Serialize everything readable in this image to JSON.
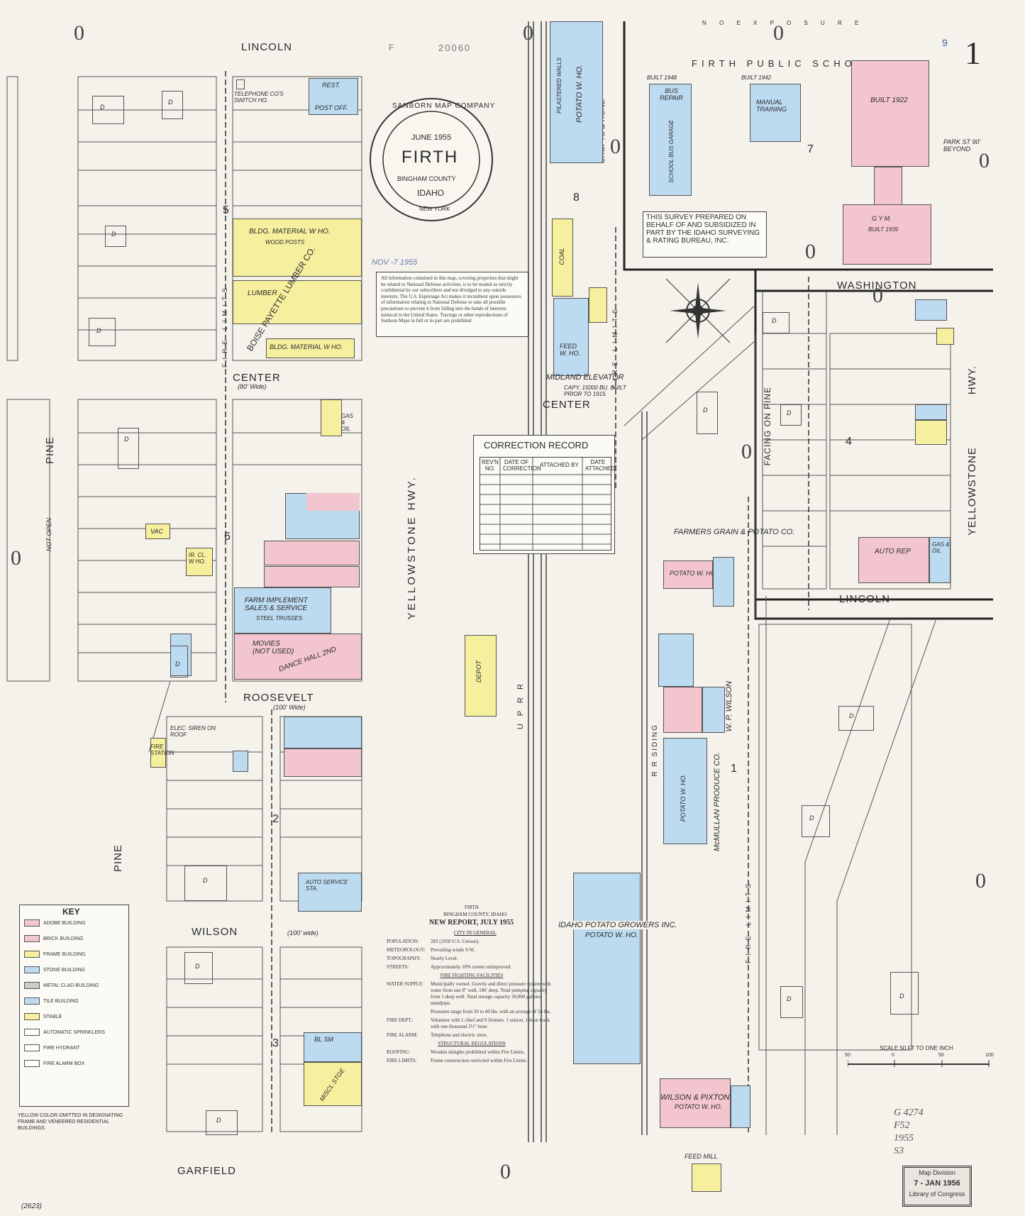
{
  "sheet": {
    "number": "1",
    "file_no": "F",
    "file_code": "20060",
    "corner_number": "9",
    "bottom_left_code": "(2623)",
    "handwritten_note": [
      "G 4274",
      "F52",
      "1955",
      "S3"
    ],
    "no_exposure": "N O   E X P O S U R E",
    "stamp": {
      "lines": [
        "Map Division",
        "7 - JAN 1956",
        "Library of Congress"
      ]
    },
    "received_stamp": "NOV -7 1955",
    "survey_note": "THIS SURVEY PREPARED ON BEHALF OF AND SUBSIDIZED IN PART BY THE IDAHO SURVEYING & RATING BUREAU, INC.",
    "disclaimer": "All information contained in this map, covering properties that might be related to National Defense activities, is to be treated as strictly confidential by our subscribers and not divulged to any outside interests. The U.S. Espionage Act makes it incumbent upon possessors of information relating to National Defense to take all possible precautions to prevent it from falling into the hands of interests inimical to the United States. Tracings or other reproductions of Sanborn Maps in full or in part are prohibited."
  },
  "seal": {
    "company": "SANBORN MAP COMPANY",
    "date": "JUNE 1955",
    "town": "FIRTH",
    "county": "BINGHAM COUNTY",
    "state": "IDAHO",
    "city": "NEW YORK"
  },
  "streets": {
    "lincoln_top": "LINCOLN",
    "center_left": "CENTER",
    "center_width": "(80' Wide)",
    "center_right": "CENTER",
    "roosevelt": "ROOSEVELT",
    "roosevelt_width": "(100' Wide)",
    "wilson": "WILSON",
    "wilson_width": "(100' wide)",
    "garfield": "GARFIELD",
    "pine_upper": "PINE",
    "pine_lower": "PINE",
    "yellowstone_center": "YELLOWSTONE   HWY.",
    "yellowstone_right": "YELLOWSTONE",
    "hwy_right": "HWY.",
    "washington": "WASHINGTON",
    "lincoln_right": "LINCOLN",
    "pine_facing_on": "FACING ON PINE",
    "park_st": "PARK ST 90' BEYOND",
    "crofts_hone": "CROFTS & HONE",
    "fire_limits": "FIRE LIMITS",
    "uprr": "U P R R",
    "rr_siding": "R R SIDING",
    "not_open": "NOT OPEN"
  },
  "blocks": [
    "5",
    "6",
    "2",
    "3",
    "8",
    "7",
    "4",
    "1"
  ],
  "buildings": {
    "rest": "REST.",
    "post_off": "POST OFF.",
    "telephone": "TELEPHONE CO'S SWITCH HO.",
    "bldg_material": "BLDG. MATERIAL W HO.",
    "wood_posts": "WOOD POSTS",
    "lumber": "LUMBER",
    "boise_payette": "BOISE PAYETTE LUMBER CO.",
    "bldg_material_2": "BLDG. MATERIAL W HO.",
    "gas_oil": "GAS & OIL",
    "farm_implement": "FARM IMPLEMENT SALES & SERVICE",
    "steel_trusses": "STEEL TRUSSES",
    "movies": "MOVIES (NOT USED)",
    "dance_hall": "DANCE HALL 2ND",
    "vac": "VAC",
    "ir_cl_who": "IR. CL. W HO.",
    "fire_station": "FIRE STATION",
    "elec_siren": "ELEC. SIREN ON ROOF",
    "auto_service": "AUTO SERVICE STA.",
    "bl_sm": "BL SM",
    "miscl_stge": "MISCL STGE",
    "potato_who_top": "POTATO W. HO.",
    "pilastered_walls": "PILASTERED WALLS",
    "coal": "COAL",
    "feed_who": "FEED W. HO.",
    "midland_elevator": "MIDLAND ELEVATOR",
    "elevator_cap": "CAPY. 15000 BU. BUILT PRIOR TO 1915",
    "depot": "DEPOT",
    "farmers_grain": "FARMERS GRAIN & POTATO CO.",
    "potato_who_farmers": "POTATO W. HO.",
    "wp_wilson": "W. P. WILSON",
    "mcmullan": "McMULLAN PRODUCE CO.",
    "potato_who_mcm": "POTATO W. HO.",
    "idaho_potato": "IDAHO POTATO GROWERS INC.",
    "potato_who_ipg": "POTATO W. HO.",
    "wilson_pixton": "WILSON & PIXTON",
    "potato_who_wp": "POTATO W. HO.",
    "feed_mill": "FEED MILL",
    "firth_public_school": "FIRTH PUBLIC SCHOOL",
    "bus_repair": "BUS REPAIR",
    "school_bus_garage": "SCHOOL BUS GARAGE",
    "built_1948": "BUILT 1948",
    "manual_training": "MANUAL TRAINING",
    "built_1942": "BUILT 1942",
    "built_1922": "BUILT 1922",
    "gym": "G Y M.",
    "built_1939": "BUILT 1939",
    "auto_rep": "AUTO REP",
    "gas_oil_2": "GAS & OIL",
    "dwelling": "D"
  },
  "correction_record": {
    "title": "CORRECTION RECORD",
    "columns": [
      "REV'N NO.",
      "DATE OF CORRECTION",
      "ATTACHED BY",
      "DATE ATTACHED"
    ]
  },
  "report": {
    "town": "FIRTH",
    "county_line": "BINGHAM COUNTY, IDAHO",
    "title": "NEW REPORT, JULY 1955",
    "section_general": "CITY IN GENERAL",
    "rows": [
      {
        "k": "POPULATION:",
        "v": "283 (1950 U.S. Census)."
      },
      {
        "k": "METEOROLOGY:",
        "v": "Prevailing winds S.W."
      },
      {
        "k": "TOPOGRAPHY:",
        "v": "Nearly Level."
      },
      {
        "k": "STREETS:",
        "v": "Approximately 10% streets unimproved."
      }
    ],
    "section_fire": "FIRE FIGHTING FACILITIES",
    "rows_fire": [
      {
        "k": "WATER SUPPLY:",
        "v": "Municipally owned. Gravity and direct pressure system with water from one 8\" well, 186' deep. Total pumping capacity from 1 deep well. Total storage capacity 30,000 gallons standpipe."
      },
      {
        "k": "",
        "v": "Pressures range from 50 to 60 lbs. with an average of 54 lbs."
      },
      {
        "k": "FIRE DEPT.:",
        "v": "Volunteer with 1 chief and 9 firemen. 1 station, 1 hose truck with one thousand 2½\" hose."
      },
      {
        "k": "FIRE ALARM:",
        "v": "Telephone and electric siren."
      }
    ],
    "section_struct": "STRUCTURAL REGULATIONS",
    "rows_struct": [
      {
        "k": "ROOFING:",
        "v": "Wooden shingles prohibited within Fire Limits."
      },
      {
        "k": "FIRE LIMITS:",
        "v": "Frame construction restricted within Fire Limits."
      }
    ]
  },
  "key": {
    "title": "KEY",
    "items": [
      "ADOBE BUILDING",
      "BRICK BUILDING",
      "FRAME BUILDING",
      "STONE BUILDING",
      "METAL CLAD BUILDING",
      "TILE BUILDING",
      "STABLE",
      "AUTOMATIC SPRINKLERS",
      "FIRE HYDRANT",
      "FIRE ALARM BOX"
    ],
    "note": "YELLOW COLOR OMITTED IN DESIGNATING FRAME AND VENEERED RESIDENTIAL BUILDINGS."
  },
  "scale": {
    "label": "SCALE 50 FT TO ONE INCH",
    "ticks": [
      "50",
      "0",
      "50",
      "100"
    ]
  },
  "colors": {
    "frame": "#f6ef9e",
    "brick": "#f3c6cf",
    "concrete": "#bcdaf0",
    "paper": "#f4f2ea"
  }
}
